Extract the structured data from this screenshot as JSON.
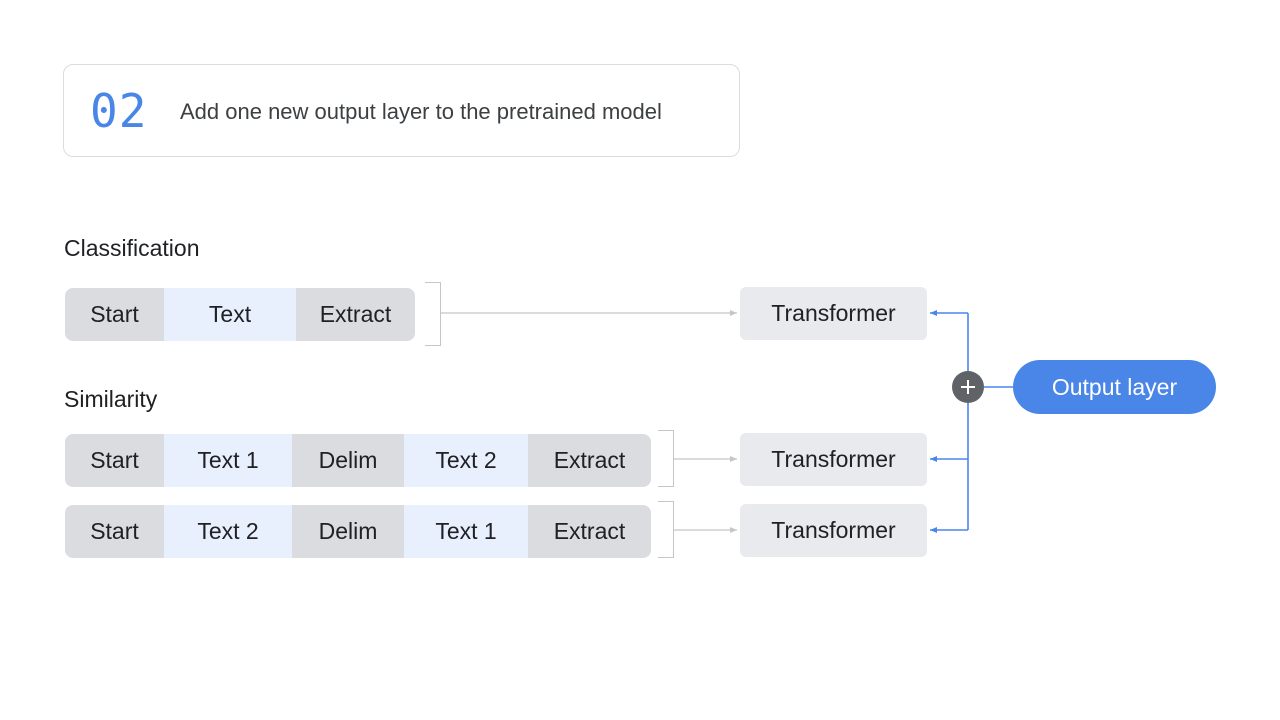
{
  "step": {
    "number": "02",
    "text": "Add one new output layer to the pretrained model"
  },
  "sections": {
    "classification": "Classification",
    "similarity": "Similarity"
  },
  "rows": [
    {
      "tokens": [
        {
          "label": "Start",
          "tone": "gray"
        },
        {
          "label": "Text",
          "tone": "blue"
        },
        {
          "label": "Extract",
          "tone": "gray"
        }
      ]
    },
    {
      "tokens": [
        {
          "label": "Start",
          "tone": "gray"
        },
        {
          "label": "Text 1",
          "tone": "blue"
        },
        {
          "label": "Delim",
          "tone": "gray"
        },
        {
          "label": "Text 2",
          "tone": "blue"
        },
        {
          "label": "Extract",
          "tone": "gray"
        }
      ]
    },
    {
      "tokens": [
        {
          "label": "Start",
          "tone": "gray"
        },
        {
          "label": "Text 2",
          "tone": "blue"
        },
        {
          "label": "Delim",
          "tone": "gray"
        },
        {
          "label": "Text 1",
          "tone": "blue"
        },
        {
          "label": "Extract",
          "tone": "gray"
        }
      ]
    }
  ],
  "transformers": [
    "Transformer",
    "Transformer",
    "Transformer"
  ],
  "combine_icon": "plus-icon",
  "output": {
    "label": "Output layer"
  },
  "colors": {
    "accent": "#4a86e8",
    "token_gray": "#dadce0",
    "token_blue": "#e8f0fe",
    "transformer_bg": "#e8eaed",
    "plus_bg": "#5f6368"
  }
}
